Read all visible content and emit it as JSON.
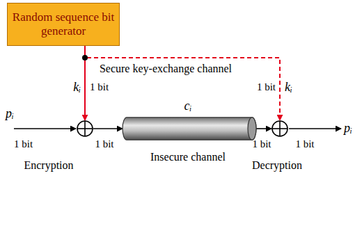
{
  "diagram": {
    "nodes": [
      {
        "text": [
          "Random sequence bit generator"
        ]
      },
      {
        "text": [
          "Encryption"
        ]
      },
      {
        "text": [
          "Insecure channel"
        ]
      },
      {
        "text": [
          "Decryption"
        ]
      }
    ],
    "edges": [
      {
        "from": 0,
        "to": 1,
        "arrow": "to"
      },
      {
        "from": 0,
        "to": 3,
        "arrow": "to",
        "label": "Secure key-exchange channel"
      },
      {
        "from": 1,
        "to": 2,
        "arrow": "to"
      },
      {
        "from": 2,
        "to": 3,
        "arrow": "to"
      }
    ],
    "labels": [
      "kᵢ",
      "1 bit",
      "pᵢ",
      "1 bit",
      "1 bit",
      "cᵢ",
      "1 bit",
      "1 bit",
      "kᵢ",
      "1 bit",
      "pᵢ"
    ]
  }
}
